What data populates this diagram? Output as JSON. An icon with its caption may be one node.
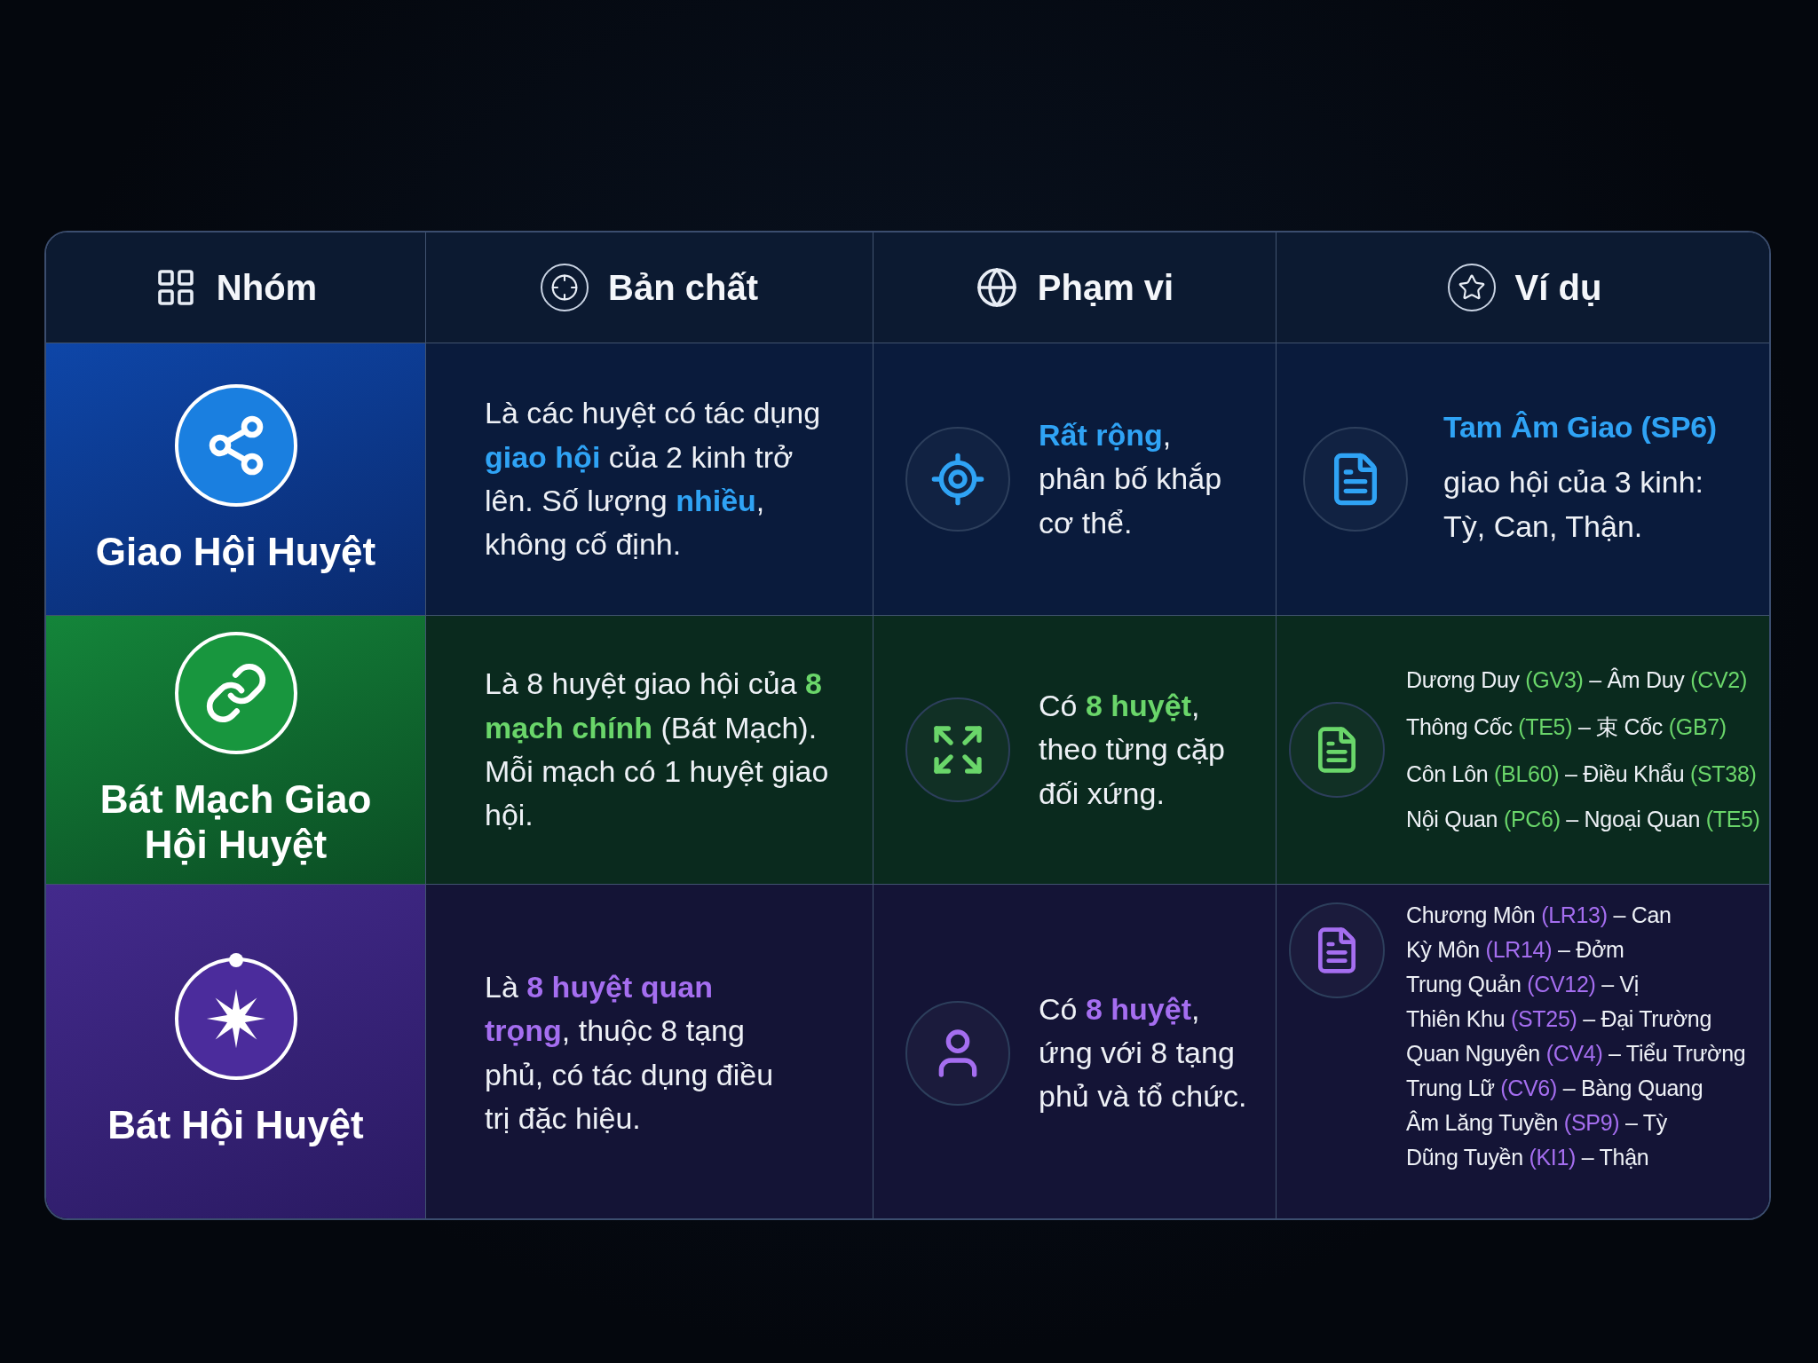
{
  "diagram": {
    "nodes": [
      {
        "text": [
          "Nhóm"
        ]
      },
      {
        "text": [
          "Bản chất"
        ]
      },
      {
        "text": [
          "Phạm vi"
        ]
      },
      {
        "text": [
          "Ví dụ"
        ]
      },
      {
        "text": [
          "Giao Hội Huyệt"
        ]
      },
      {
        "text": [
          "Là các huyệt có tác dụng **giao hội** của 2 kinh trở lên. Số lượng **nhiều**, không cố định."
        ]
      },
      {
        "text": [
          "**Rất rộng**, phân bố khắp cơ thể."
        ]
      },
      {
        "text": [
          "Tam Âm Giao (SP6)",
          "giao hội của 3 kinh: Tỳ, Can, Thận."
        ]
      },
      {
        "text": [
          "Bát Mạch Giao Hội Huyệt"
        ]
      },
      {
        "text": [
          "Là 8 huyệt giao hội của **8 mạch chính** (Bát Mạch). Mỗi mạch có 1 huyệt giao hội."
        ]
      },
      {
        "text": [
          "Có **8 huyệt**, theo từng cặp đối xứng."
        ]
      },
      {
        "text": [
          "Dương Duy **(GV3)** – Âm Duy **(CV2)**",
          "Thông Cốc **(TE5)** – 束 Cốc **(GB7)**",
          "Côn Lôn **(BL60)** – Điều Khẩu **(ST38)**",
          "Nội Quan **(PC6)** – Ngoại Quan **(TE5)**"
        ]
      },
      {
        "text": [
          "Bát Hội Huyệt"
        ]
      },
      {
        "text": [
          "Là **8 huyệt quan trọng**, thuộc 8 tạng phủ, có tác dụng điều trị đặc hiệu."
        ]
      },
      {
        "text": [
          "Có **8 huyệt**, ứng với 8 tạng phủ và tổ chức."
        ]
      },
      {
        "text": [
          "Chương Môn **(LR13)** – Can",
          "Kỳ Môn **(LR14)** – Đởm",
          "Trung Quản **(CV12)** – Vị",
          "Thiên Khu **(ST25)** – Đại Trường",
          "Quan Nguyên **(CV4)** – Tiểu Trường",
          "Trung Lữ **(CV6)** – Bàng Quang",
          "Âm Lăng Tuyền **(SP9)** – Tỳ",
          "Dũng Tuyền **(KI1)** – Thận"
        ]
      }
    ]
  }
}
